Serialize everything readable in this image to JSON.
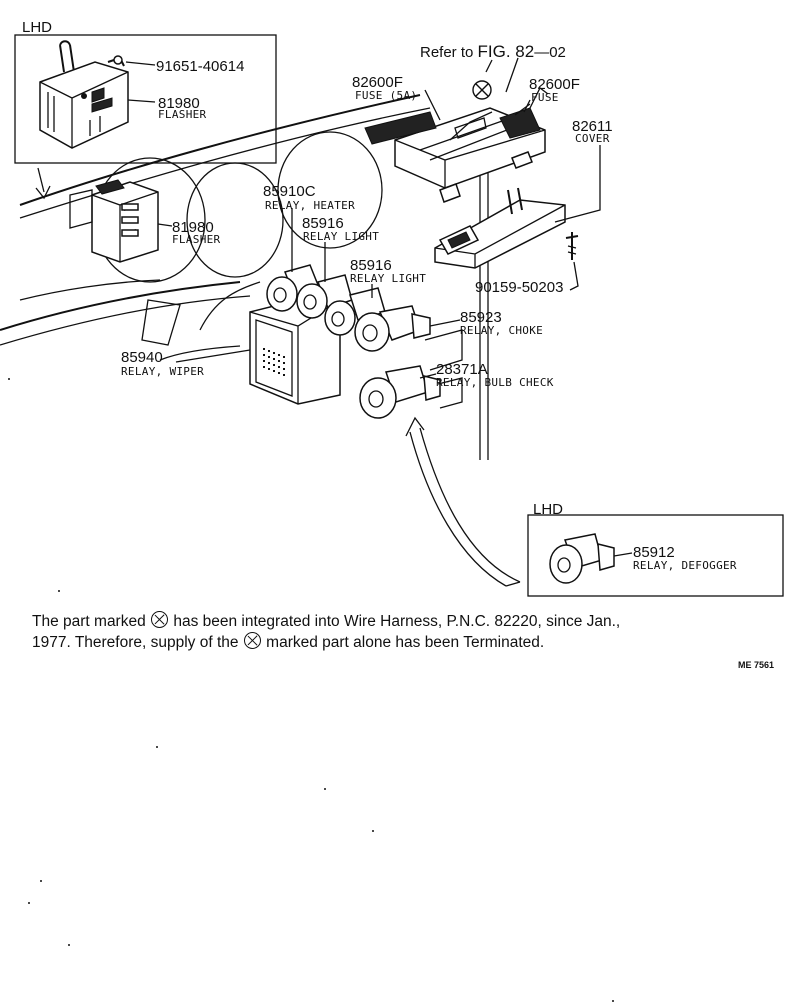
{
  "header": {
    "refer_prefix": "Refer to ",
    "refer_fig": "FIG. 82",
    "refer_suffix": "—02"
  },
  "insets": {
    "top_left_label": "LHD",
    "bottom_right_label": "LHD"
  },
  "parts": [
    {
      "number": "91651-40614",
      "name": ""
    },
    {
      "number": "81980",
      "name": "FLASHER"
    },
    {
      "number": "82600F",
      "name": "FUSE (5A)"
    },
    {
      "number": "82600F",
      "name": "FUSE"
    },
    {
      "number": "82611",
      "name": "COVER"
    },
    {
      "number": "85910C",
      "name": "RELAY, HEATER"
    },
    {
      "number": "85916",
      "name": "RELAY LIGHT"
    },
    {
      "number": "81980",
      "name": "FLASHER"
    },
    {
      "number": "85916",
      "name": "RELAY LIGHT"
    },
    {
      "number": "90159-50203",
      "name": ""
    },
    {
      "number": "85923",
      "name": "RELAY, CHOKE"
    },
    {
      "number": "85940",
      "name": "RELAY, WIPER"
    },
    {
      "number": "28371A",
      "name": "RELAY, BULB CHECK"
    },
    {
      "number": "85912",
      "name": "RELAY, DEFOGGER"
    }
  ],
  "note": {
    "line1_a": "The  part  marked",
    "line1_b": "has  been  integrated  into  Wire  Harness,  P.N.C.  82220,  since  Jan.,",
    "line2_a": "1977. Therefore, supply of the",
    "line2_b": "marked part alone has been Terminated."
  },
  "drawing_code": "ME 7561"
}
